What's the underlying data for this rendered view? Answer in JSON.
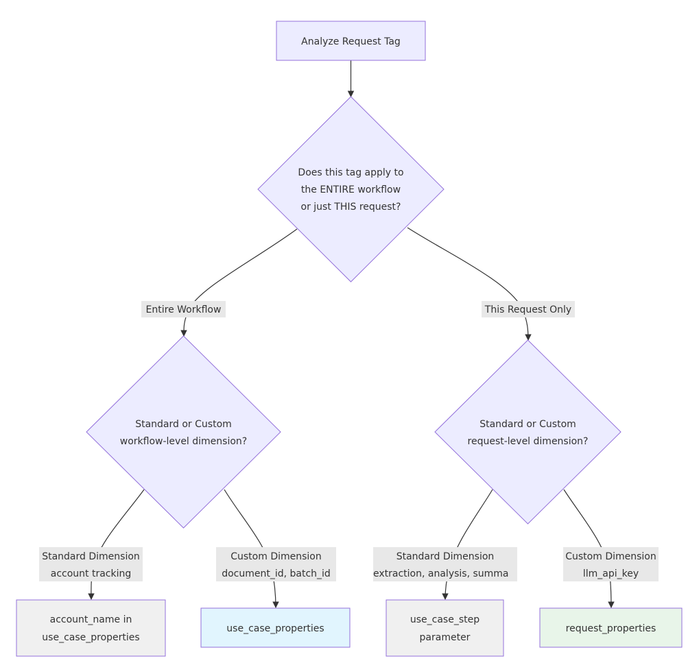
{
  "nodes": {
    "analyze": {
      "lines": [
        "Analyze Request Tag"
      ]
    },
    "scope": {
      "lines": [
        "Does this tag apply to",
        "the ENTIRE workflow",
        "or just THIS request?"
      ]
    },
    "workflow_dim": {
      "lines": [
        "Standard or Custom",
        "workflow-level dimension?"
      ]
    },
    "request_dim": {
      "lines": [
        "Standard or Custom",
        "request-level dimension?"
      ]
    },
    "account_name": {
      "lines": [
        "account_name in",
        "use_case_properties"
      ]
    },
    "use_case_properties": {
      "lines": [
        "use_case_properties"
      ]
    },
    "use_case_step": {
      "lines": [
        "use_case_step",
        "parameter"
      ]
    },
    "request_properties": {
      "lines": [
        "request_properties"
      ]
    }
  },
  "edges": {
    "entire_workflow": {
      "lines": [
        "Entire Workflow"
      ]
    },
    "this_request_only": {
      "lines": [
        "This Request Only"
      ]
    },
    "std_account": {
      "lines": [
        "Standard Dimension",
        "account tracking"
      ]
    },
    "custom_document": {
      "lines": [
        "Custom Dimension",
        "document_id, batch_id"
      ]
    },
    "std_extraction": {
      "lines": [
        "Standard Dimension",
        "extraction, analysis, summa"
      ]
    },
    "custom_llm": {
      "lines": [
        "Custom Dimension",
        "llm_api_key"
      ]
    }
  },
  "colors": {
    "default_fill": "#ececff",
    "default_stroke": "#9370db",
    "gray_fill": "#f0f0f0",
    "blue_fill": "#e1f5fe",
    "green_fill": "#e8f5e9",
    "edge": "#333333",
    "label_bg": "#e8e8e8"
  }
}
